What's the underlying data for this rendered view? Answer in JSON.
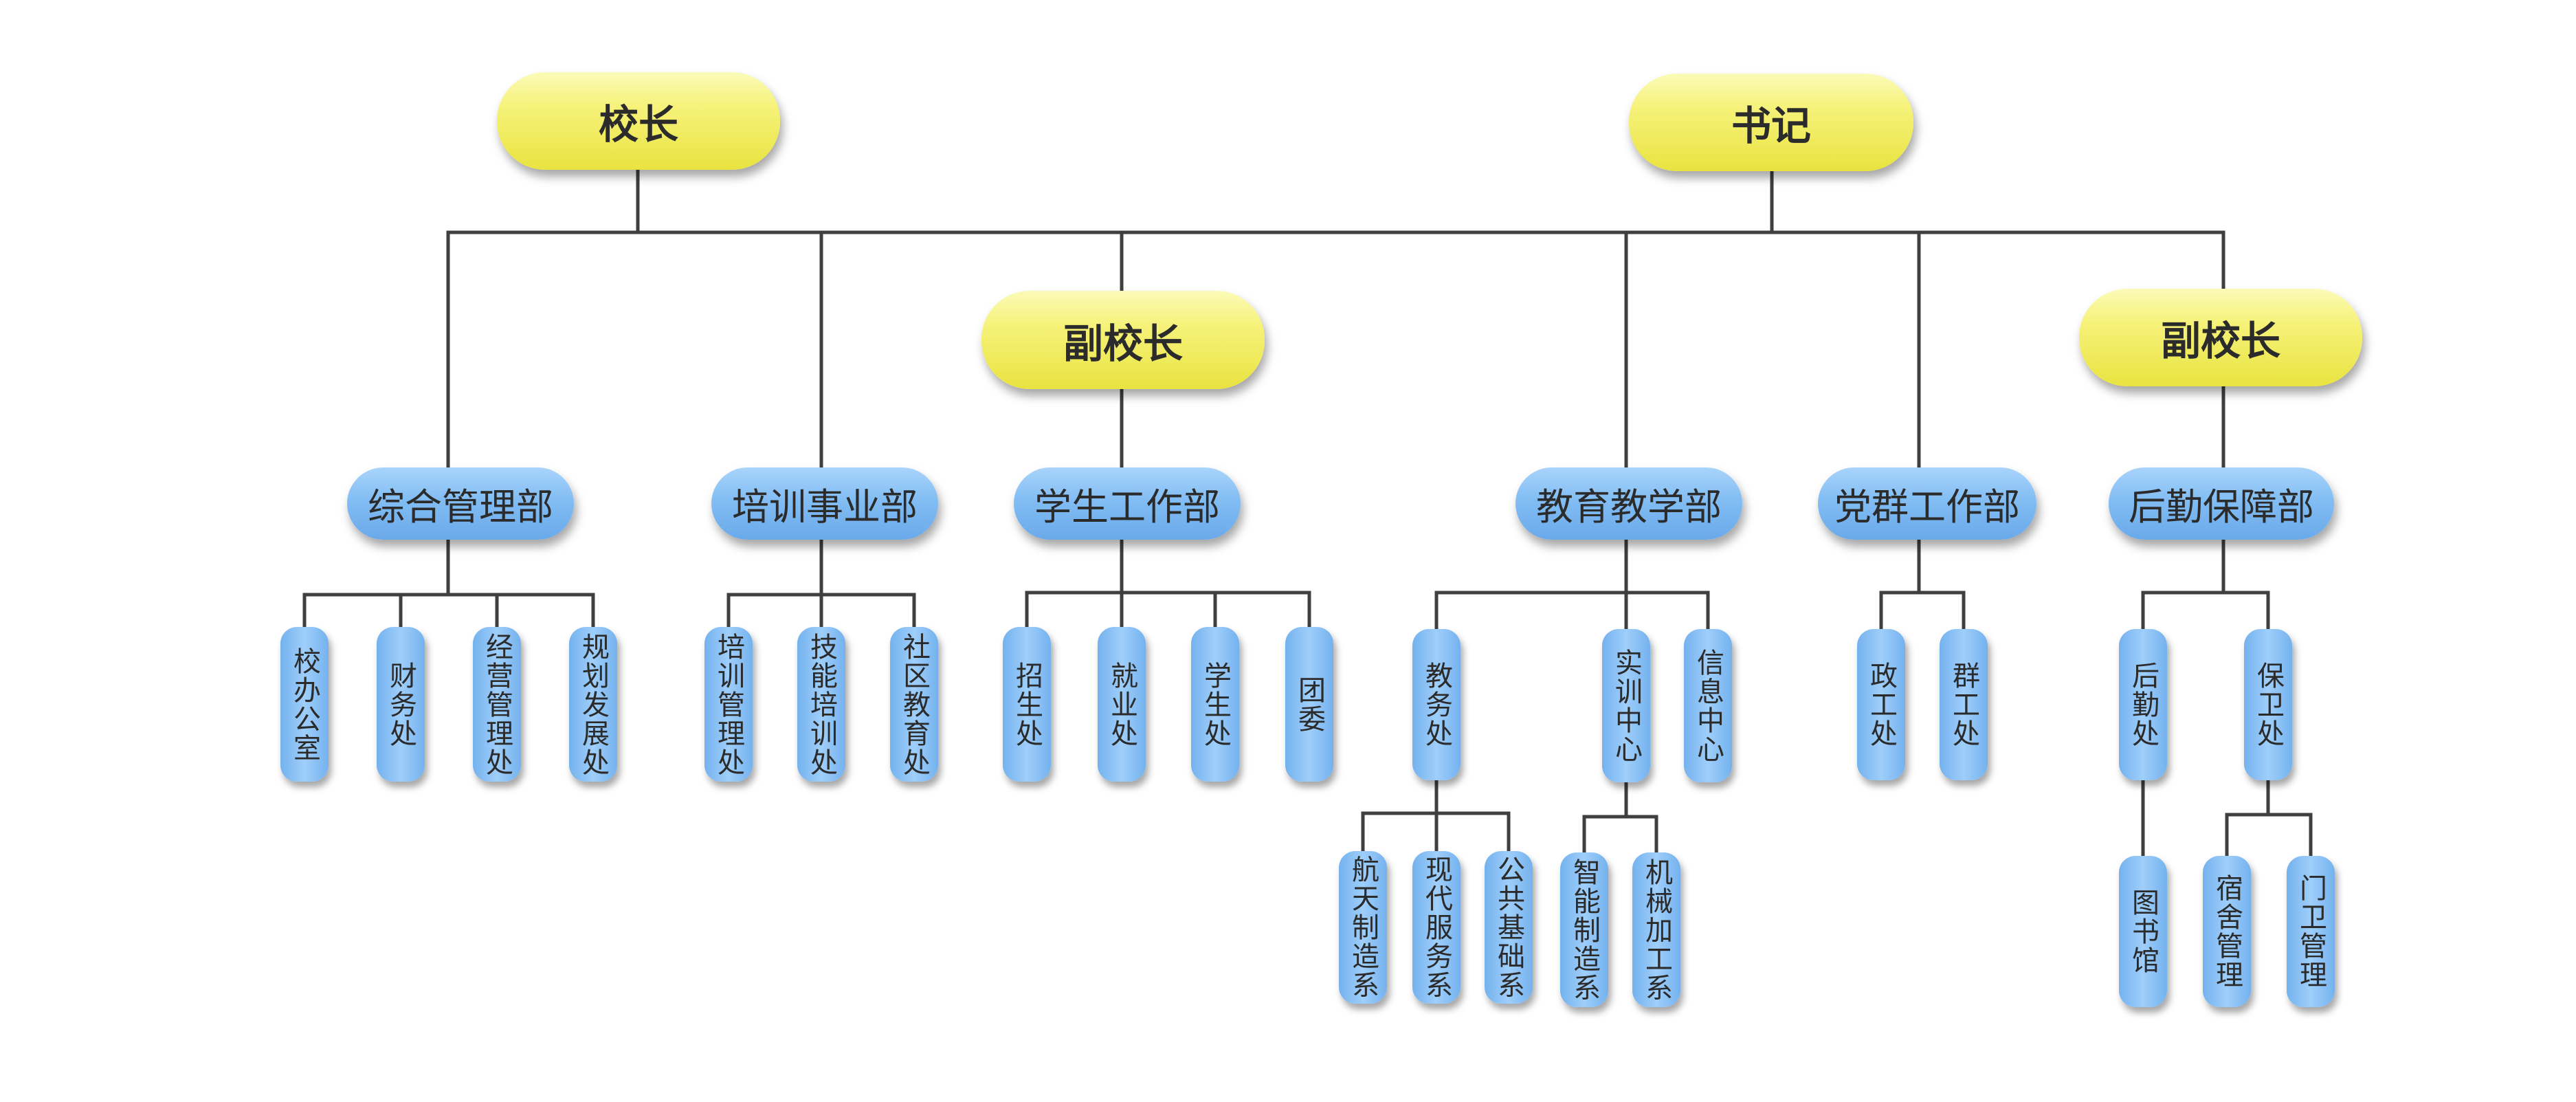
{
  "leaders": {
    "principal": "校长",
    "secretary": "书记",
    "vp1": "副校长",
    "vp2": "副校长"
  },
  "departments": {
    "general": "综合管理部",
    "training": "培训事业部",
    "student": "学生工作部",
    "teaching": "教育教学部",
    "party": "党群工作部",
    "logistics": "后勤保障部"
  },
  "units": {
    "xiaoban": "校办公室",
    "caiwu": "财务处",
    "jingying": "经营管理处",
    "guihua": "规划发展处",
    "peixun_guanli": "培训管理处",
    "jineng": "技能培训处",
    "shequ": "社区教育处",
    "zhaosheng": "招生处",
    "jiuye": "就业处",
    "xuesheng": "学生处",
    "tuanwei": "团委",
    "jiaowu": "教务处",
    "shixun": "实训中心",
    "xinxi": "信息中心",
    "zhenggong": "政工处",
    "qungong": "群工处",
    "houqin": "后勤处",
    "baowei": "保卫处",
    "hangtian": "航天制造系",
    "xiandai": "现代服务系",
    "gonggong": "公共基础系",
    "zhineng": "智能制造系",
    "jixie": "机械加工系",
    "tushuguan": "图书馆",
    "sushe": "宿舍管理",
    "menwei": "门卫管理"
  }
}
